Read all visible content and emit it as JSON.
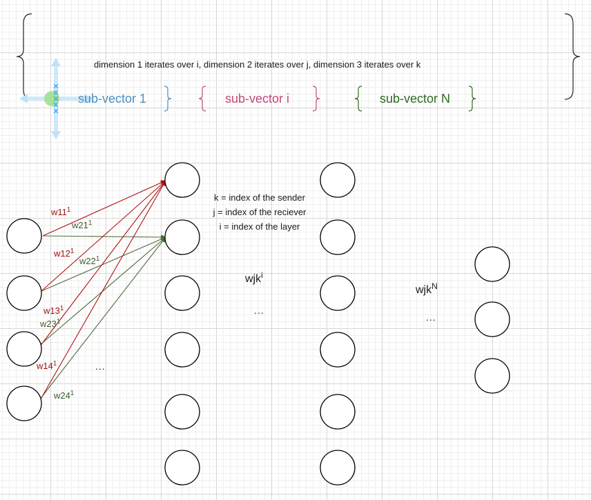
{
  "caption": "dimension 1 iterates over i, dimension 2 iterates over j, dimension 3 iterates over k",
  "sub_vectors": [
    {
      "label": "sub-vector 1",
      "color": "#4a90c2"
    },
    {
      "label": "sub-vector i",
      "color": "#c2497a"
    },
    {
      "label": "sub-vector N",
      "color": "#2e6b1f"
    }
  ],
  "index_legend": {
    "k": "k = index of the sender",
    "j": "j = index of the reciever",
    "i": "i = index of the layer"
  },
  "weight_labels": [
    {
      "base": "w11",
      "sup": "1",
      "color": "#a01010"
    },
    {
      "base": "w21",
      "sup": "1",
      "color": "#3c5a2c"
    },
    {
      "base": "w12",
      "sup": "1",
      "color": "#a01010"
    },
    {
      "base": "w22",
      "sup": "1",
      "color": "#3c5a2c"
    },
    {
      "base": "w13",
      "sup": "1",
      "color": "#a01010"
    },
    {
      "base": "w23",
      "sup": "1",
      "color": "#3c5a2c"
    },
    {
      "base": "w14",
      "sup": "1",
      "color": "#a01010"
    },
    {
      "base": "w24",
      "sup": "1",
      "color": "#3c5a2c"
    }
  ],
  "layer_labels": {
    "wjk_i": {
      "base": "wjk",
      "sup": "i"
    },
    "wjk_N": {
      "base": "wjk",
      "sup": "N"
    }
  },
  "ellipses": {
    "input": "...",
    "middle": "...",
    "right": "..."
  },
  "edge_colors": {
    "red": "#b01010",
    "green": "#4a6a3a"
  },
  "selection_handle_color": "#9ed4f4"
}
